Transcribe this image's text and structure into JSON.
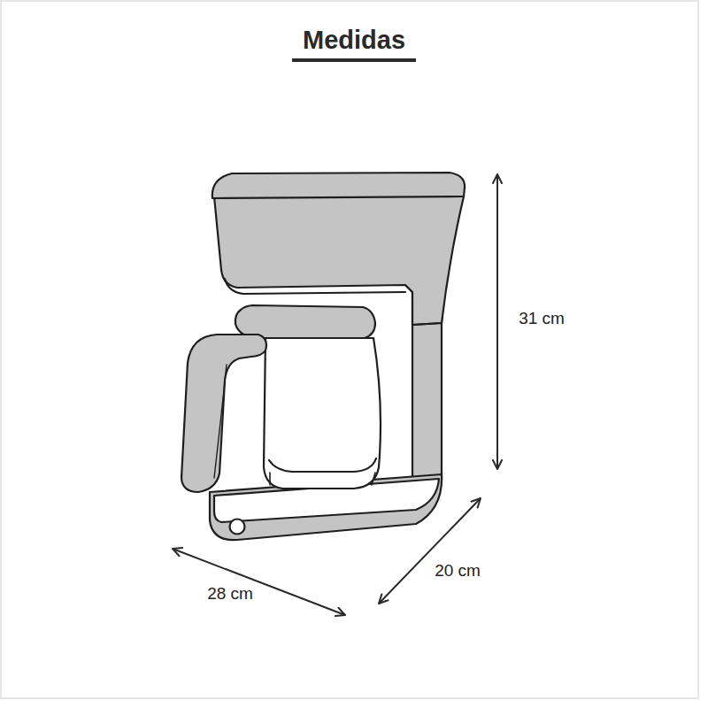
{
  "diagram": {
    "title": "Medidas",
    "labels": [
      "31 cm",
      "20 cm",
      "28 cm"
    ]
  }
}
